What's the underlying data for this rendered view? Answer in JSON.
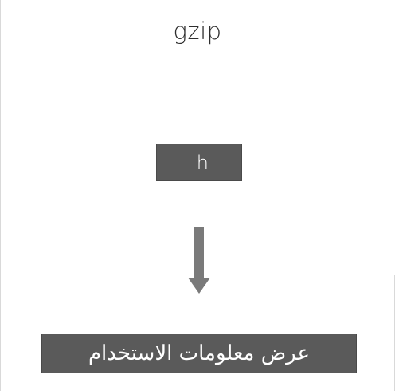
{
  "diagram": {
    "title": "gzip",
    "option": "-h",
    "result": "عرض معلومات الاستخدام"
  },
  "colors": {
    "box_fill": "#5a5a5a",
    "arrow": "#7a7a7a",
    "title_text": "#2e2e2e"
  },
  "icons": {
    "flow": "down-arrow-icon"
  }
}
